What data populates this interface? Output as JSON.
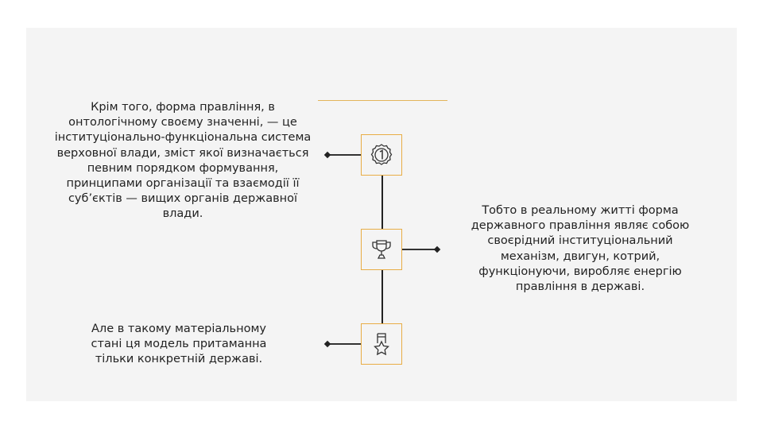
{
  "items": [
    {
      "icon": "medal-number-one-icon",
      "text": "Крім того, форма правління, в онтологічному своєму значенні, — це інституціонально-функціональна система верховної влади, зміст якої визначається певним порядком формування, принципами організації та взаємодії її суб’єктів — вищих органів державної влади."
    },
    {
      "icon": "trophy-icon",
      "text": "Тобто в реальному житті форма державного правління являє собою своєрідний інституціональний механізм, двигун, котрий, функціонуючи, виробляє енергію правління в державі."
    },
    {
      "icon": "ribbon-star-badge-icon",
      "text": "Але в такому матеріальному стані ця модель притаманна тільки конкретній державі."
    }
  ],
  "colors": {
    "accent": "#e8ad45",
    "panel": "#f4f4f4"
  }
}
